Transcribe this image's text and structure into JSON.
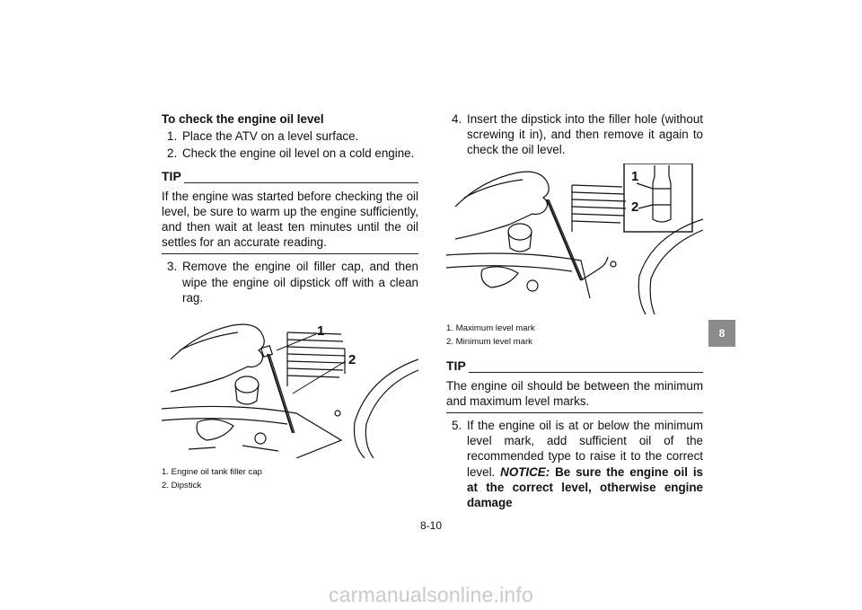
{
  "left": {
    "heading": "To check the engine oil level",
    "steps": [
      {
        "num": "1.",
        "text": "Place the ATV on a level surface."
      },
      {
        "num": "2.",
        "text": "Check the engine oil level on a cold engine."
      }
    ],
    "tip": {
      "label": "TIP",
      "text": "If the engine was started before checking the oil level, be sure to warm up the engine sufficiently, and then wait at least ten minutes until the oil settles for an accurate reading."
    },
    "step3": {
      "num": "3.",
      "text": "Remove the engine oil filler cap, and then wipe the engine oil dipstick off with a clean rag."
    },
    "figure": {
      "callout1": "1",
      "callout2": "2",
      "captions": [
        "1.  Engine oil tank filler cap",
        "2.  Dipstick"
      ]
    }
  },
  "right": {
    "step4": {
      "num": "4.",
      "text": "Insert the dipstick into the filler hole (without screwing it in), and then remove it again to check the oil level."
    },
    "figure": {
      "callout1": "1",
      "callout2": "2",
      "captions": [
        "1.  Maximum level mark",
        "2.  Minimum level mark"
      ]
    },
    "tip": {
      "label": "TIP",
      "text": "The engine oil should be between the minimum and maximum level marks."
    },
    "step5": {
      "num": "5.",
      "text": "If the engine oil is at or below the minimum level mark, add sufficient oil of the recommended type to raise it to the correct level. ",
      "notice_label": "NOTICE:",
      "notice_text": " Be sure the engine oil is at the correct level, otherwise engine damage"
    }
  },
  "chapter_tab": "8",
  "page_number": "8-10",
  "watermark": "carmanualsonline.info"
}
